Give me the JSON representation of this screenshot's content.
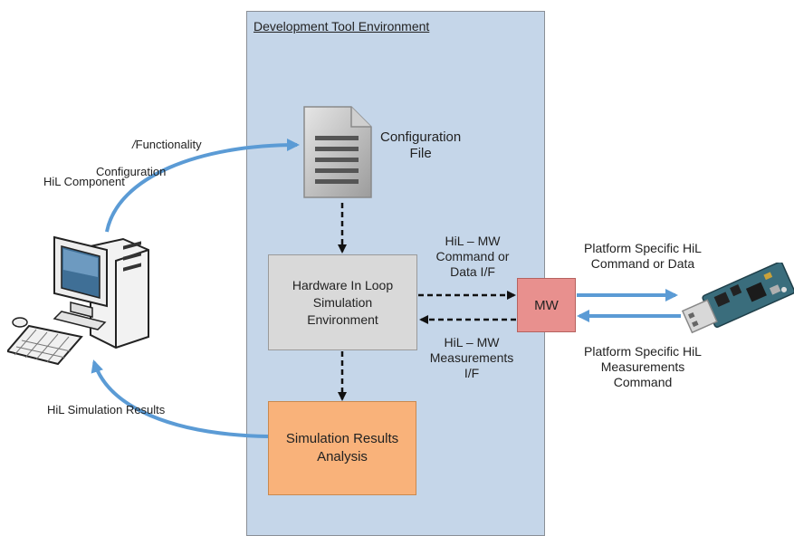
{
  "environment": {
    "title": "Development Tool Environment"
  },
  "config_file": {
    "label": "Configuration\nFile"
  },
  "hil_env": {
    "label": "Hardware In Loop\nSimulation\nEnvironment"
  },
  "sim_results": {
    "label": "Simulation Results\nAnalysis"
  },
  "mw": {
    "label": "MW"
  },
  "labels": {
    "functionality": "Functionality",
    "configuration": "Configuration",
    "hil_component": "HiL Component",
    "hil_sim_results": "HiL Simulation Results",
    "hil_mw_command": "HiL – MW\nCommand or\nData I/F",
    "hil_mw_measurements": "HiL – MW\nMeasurements\nI/F",
    "platform_command": "Platform Specific HiL\nCommand or Data",
    "platform_measurements": "Platform Specific HiL\nMeasurements\nCommand"
  },
  "icons": [
    "document-icon",
    "computer-icon",
    "usb-board-icon"
  ],
  "colors": {
    "environment_bg": "#c5d6e9",
    "hil_box": "#d9d9d9",
    "sim_box": "#f9b27a",
    "mw_box": "#e8908e",
    "blue_arrow": "#5b9bd5"
  }
}
